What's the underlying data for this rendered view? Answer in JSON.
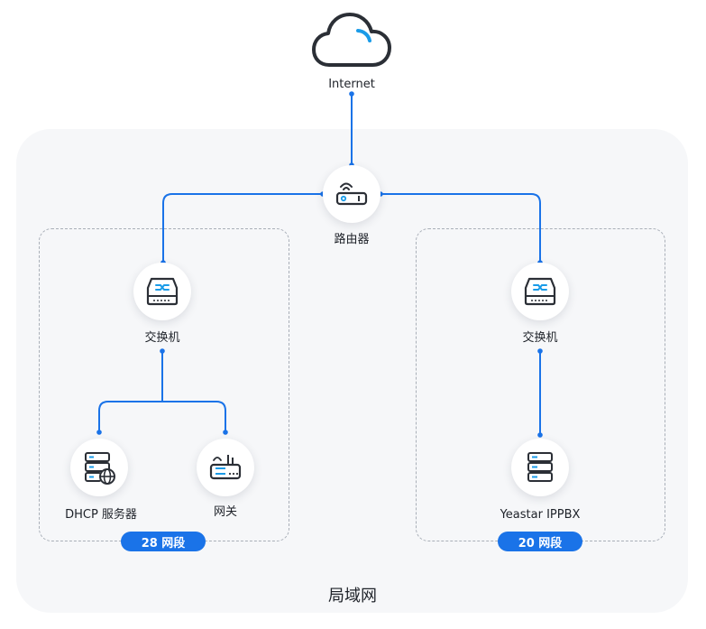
{
  "internet": {
    "label": "Internet"
  },
  "router": {
    "label": "路由器"
  },
  "lan": {
    "title": "局域网"
  },
  "left_segment": {
    "badge": "28 网段",
    "switch_label": "交换机",
    "dhcp_label": "DHCP 服务器",
    "gateway_label": "网关"
  },
  "right_segment": {
    "badge": "20 网段",
    "switch_label": "交换机",
    "pbx_label": "Yeastar IPPBX"
  },
  "colors": {
    "link": "#1a73e8",
    "icon": "#2b2f36",
    "accent": "#1a9be8",
    "panel": "#f6f7f9"
  }
}
